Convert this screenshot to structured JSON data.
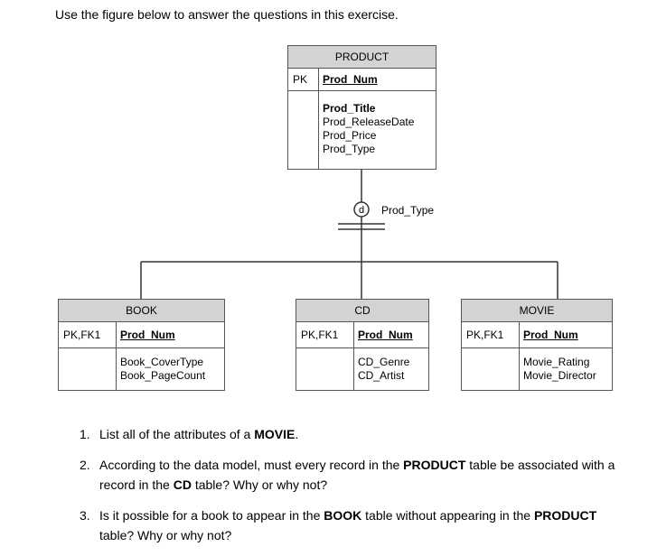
{
  "intro": "Use the figure below to answer the questions in this exercise.",
  "diagram": {
    "discriminator": {
      "symbol": "d",
      "label": "Prod_Type"
    },
    "product": {
      "name": "PRODUCT",
      "key_label": "PK",
      "key_attr": "Prod_Num",
      "attrs": [
        "Prod_Title",
        "Prod_ReleaseDate",
        "Prod_Price",
        "Prod_Type"
      ]
    },
    "book": {
      "name": "BOOK",
      "key_label": "PK,FK1",
      "key_attr": "Prod_Num",
      "attrs": [
        "Book_CoverType",
        "Book_PageCount"
      ]
    },
    "cd": {
      "name": "CD",
      "key_label": "PK,FK1",
      "key_attr": "Prod_Num",
      "attrs": [
        "CD_Genre",
        "CD_Artist"
      ]
    },
    "movie": {
      "name": "MOVIE",
      "key_label": "PK,FK1",
      "key_attr": "Prod_Num",
      "attrs": [
        "Movie_Rating",
        "Movie_Director"
      ]
    }
  },
  "questions": [
    {
      "num": "1.",
      "pre": "List all of the attributes of a ",
      "b1": "MOVIE",
      "mid": ".",
      "b2": "",
      "post": ""
    },
    {
      "num": "2.",
      "pre": "According to the data model, must every record in the ",
      "b1": "PRODUCT",
      "mid": " table be associated with a record in the ",
      "b2": "CD",
      "post": " table?  Why or why not?"
    },
    {
      "num": "3.",
      "pre": "Is it possible for a book to appear in the ",
      "b1": "BOOK",
      "mid": " table without appearing in the ",
      "b2": "PRODUCT",
      "post": " table?  Why or why not?"
    }
  ]
}
